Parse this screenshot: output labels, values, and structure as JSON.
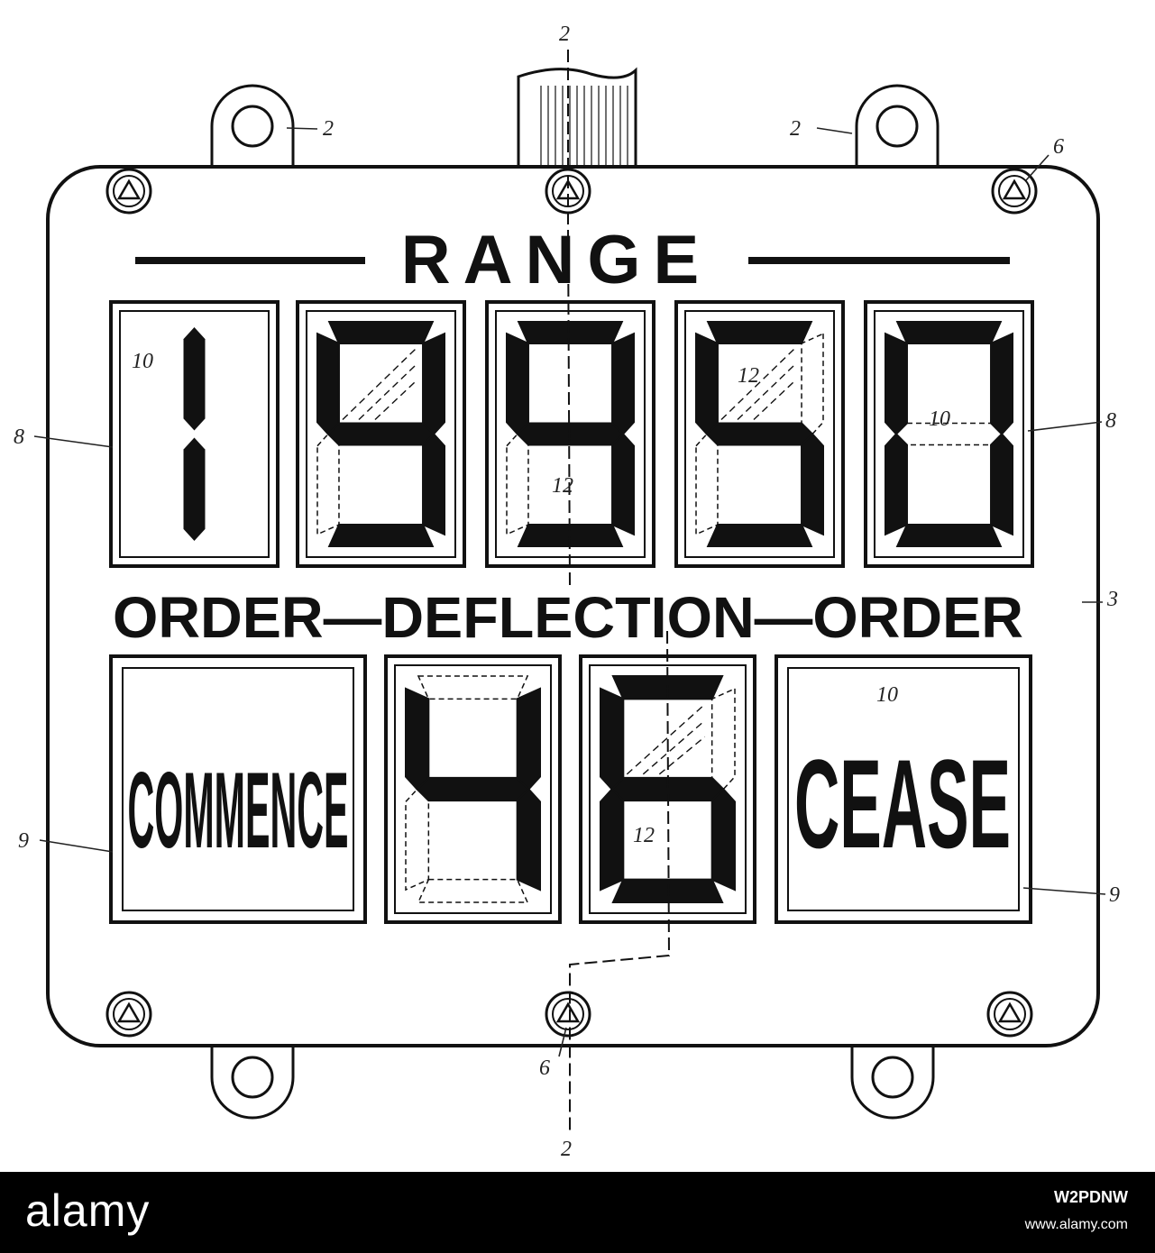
{
  "panel": {
    "heading": "RANGE",
    "order_line": "ORDER—DEFLECTION—ORDER",
    "left_window_text": "COMMENCE",
    "right_window_text": "CEASE"
  },
  "range_display": {
    "digits": [
      1,
      9,
      9,
      5,
      0
    ]
  },
  "deflection_display": {
    "digits": [
      4,
      6
    ]
  },
  "reference_numerals": {
    "lugs": "2",
    "section_line": "2",
    "panel_body": "3",
    "screws": "6",
    "range_windows": "8",
    "order_windows": "9",
    "indicator": "10",
    "segment": "12"
  },
  "colors": {
    "ink": "#111111",
    "paper": "#ffffff"
  },
  "stamp": {
    "logo": "alamy",
    "image_id": "W2PDNW",
    "url": "www.alamy.com"
  }
}
